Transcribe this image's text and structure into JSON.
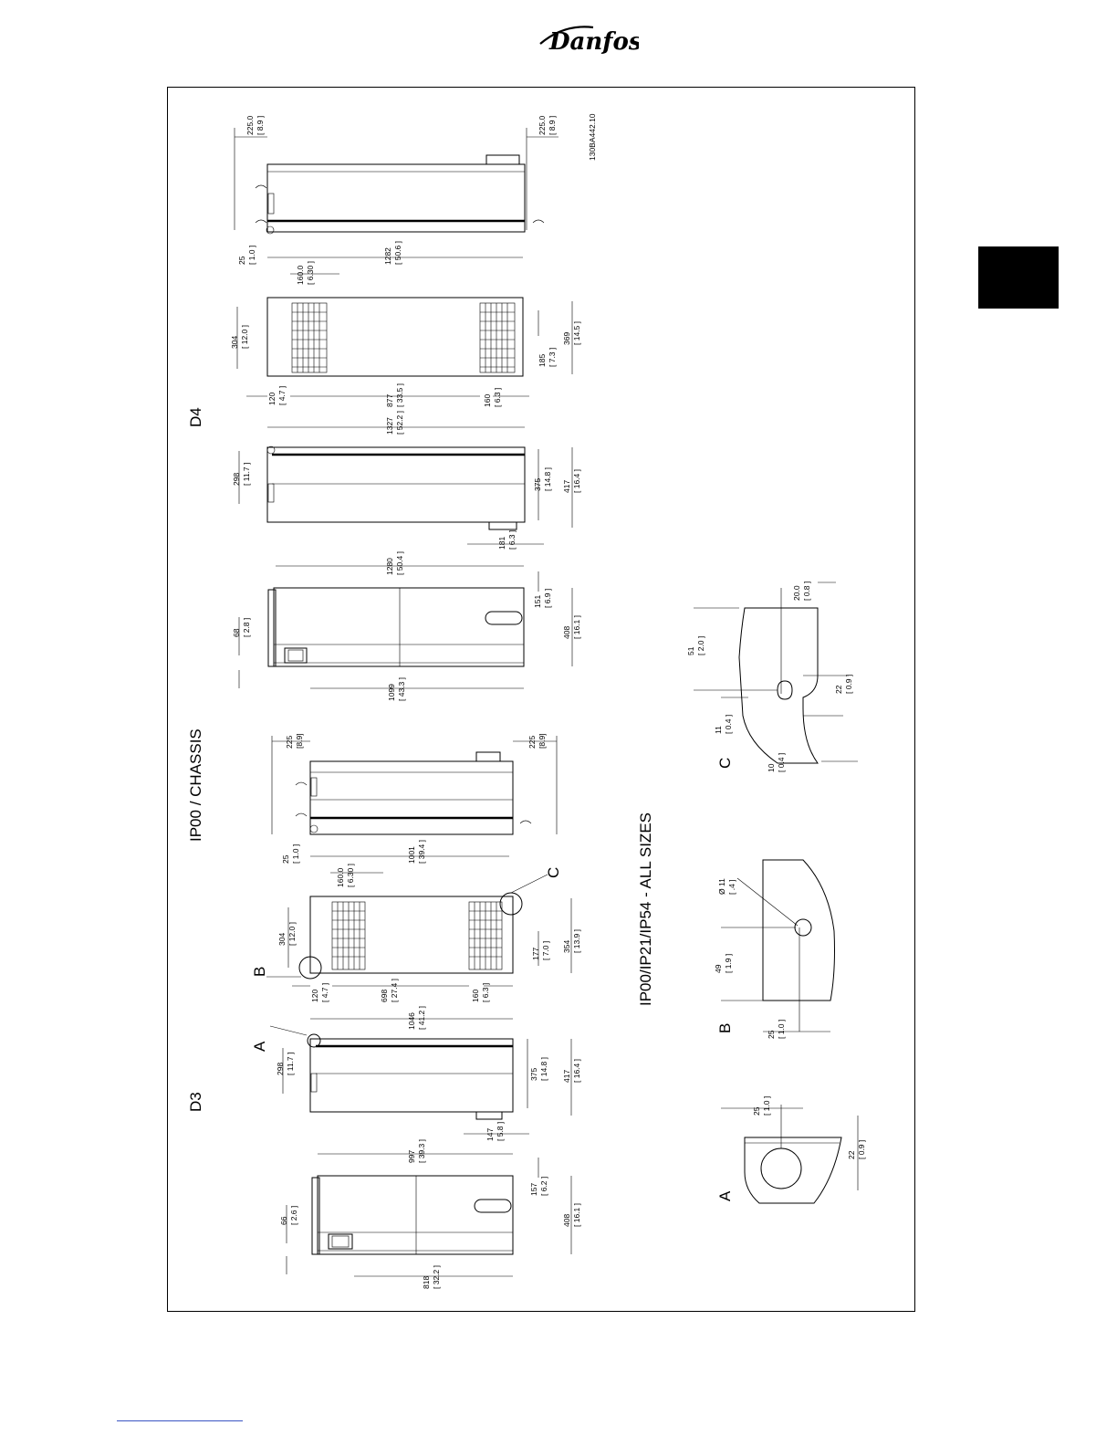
{
  "brand": {
    "logo_text": "Danfoss"
  },
  "drawing_id": "130BA442.10",
  "titles": {
    "chassis": "IP00 / CHASSIS",
    "all_sizes": "IP00/IP21/IP54 - ALL SIZES",
    "d4": "D4",
    "d3": "D3"
  },
  "details": {
    "a": "A",
    "b": "B",
    "c": "C"
  },
  "d4_side": {
    "top": [
      "225.0",
      "[ 8.9 ]"
    ],
    "bottom": [
      "225.0",
      "[ 8.9 ]"
    ]
  },
  "d4_plan": {
    "left_top": [
      "25",
      "[ 1.0 ]"
    ],
    "length": [
      "1282",
      "[ 50.6 ]"
    ],
    "vent": [
      "160.0",
      "[ 6.30 ]"
    ],
    "width_left": [
      "304",
      "[ 12.0 ]"
    ],
    "slot_depth": [
      "185",
      "[ 7.3 ]"
    ],
    "depth": [
      "369",
      "[ 14.5 ]"
    ],
    "foot_left": [
      "120",
      "[ 4.7 ]"
    ],
    "span": [
      "877",
      "[ 33.5 ]"
    ],
    "foot_right": [
      "160",
      "[ 6.3 ]"
    ]
  },
  "d4_front": {
    "length": [
      "1327",
      "[ 52.2 ]"
    ],
    "side": [
      "298",
      "[ 11.7 ]"
    ],
    "depth_mid": [
      "375",
      "[ 14.8 ]"
    ],
    "depth": [
      "417",
      "[ 16.4 ]"
    ],
    "foot": [
      "181",
      "[ 6.3 ]"
    ]
  },
  "d4_elev": {
    "length": [
      "1280",
      "[ 50.4 ]"
    ],
    "lcp": [
      "68",
      "[ 2.8 ]"
    ],
    "handle": [
      "151",
      "[ 6.9 ]"
    ],
    "depth": [
      "408",
      "[ 16.1 ]"
    ],
    "span": [
      "1099",
      "[ 43.3 ]"
    ]
  },
  "d3_side": {
    "top": [
      "225",
      "[8.9]"
    ],
    "bottom": [
      "225",
      "[8.9]"
    ]
  },
  "d3_plan": {
    "left_top": [
      "25",
      "[ 1.0 ]"
    ],
    "length": [
      "1001",
      "[ 39.4 ]"
    ],
    "vent": [
      "160.0",
      "[ 6.30 ]"
    ],
    "width_left": [
      "304",
      "[ 12.0 ]"
    ],
    "slot_depth": [
      "177",
      "[ 7.0 ]"
    ],
    "depth": [
      "354",
      "[ 13.9 ]"
    ],
    "foot_left": [
      "120",
      "[ 4.7 ]"
    ],
    "span": [
      "698",
      "[ 27.4 ]"
    ],
    "foot_right": [
      "160",
      "[ 6.3 ]"
    ]
  },
  "d3_front": {
    "length": [
      "1046",
      "[ 41.2 ]"
    ],
    "side": [
      "298",
      "[ 11.7 ]"
    ],
    "depth_mid": [
      "375",
      "[ 14.8 ]"
    ],
    "depth": [
      "417",
      "[ 16.4 ]"
    ],
    "foot": [
      "147",
      "[ 5.8 ]"
    ]
  },
  "d3_elev": {
    "length": [
      "997",
      "[ 39.3 ]"
    ],
    "lcp": [
      "66",
      "[ 2.6 ]"
    ],
    "handle": [
      "157",
      "[ 6.2 ]"
    ],
    "depth": [
      "408",
      "[ 16.1 ]"
    ],
    "span": [
      "818",
      "[ 32.2 ]"
    ]
  },
  "detail_c": {
    "top": [
      "20.0",
      "[ 0.8 ]"
    ],
    "height": [
      "51",
      "[ 2.0 ]"
    ],
    "slot": [
      "22",
      "[ 0.9 ]"
    ],
    "lower": [
      "11",
      "[ 0.4 ]"
    ],
    "bottom": [
      "10",
      "[ 0.4 ]"
    ]
  },
  "detail_b": {
    "hole": [
      "Ø 11",
      "[ .4 ]"
    ],
    "height": [
      "49",
      "[ 1.9 ]"
    ],
    "edge": [
      "25",
      "[ 1.0 ]"
    ]
  },
  "detail_a": {
    "top": [
      "25",
      "[ 1.0 ]"
    ],
    "side": [
      "22",
      "[ 0.9 ]"
    ]
  }
}
